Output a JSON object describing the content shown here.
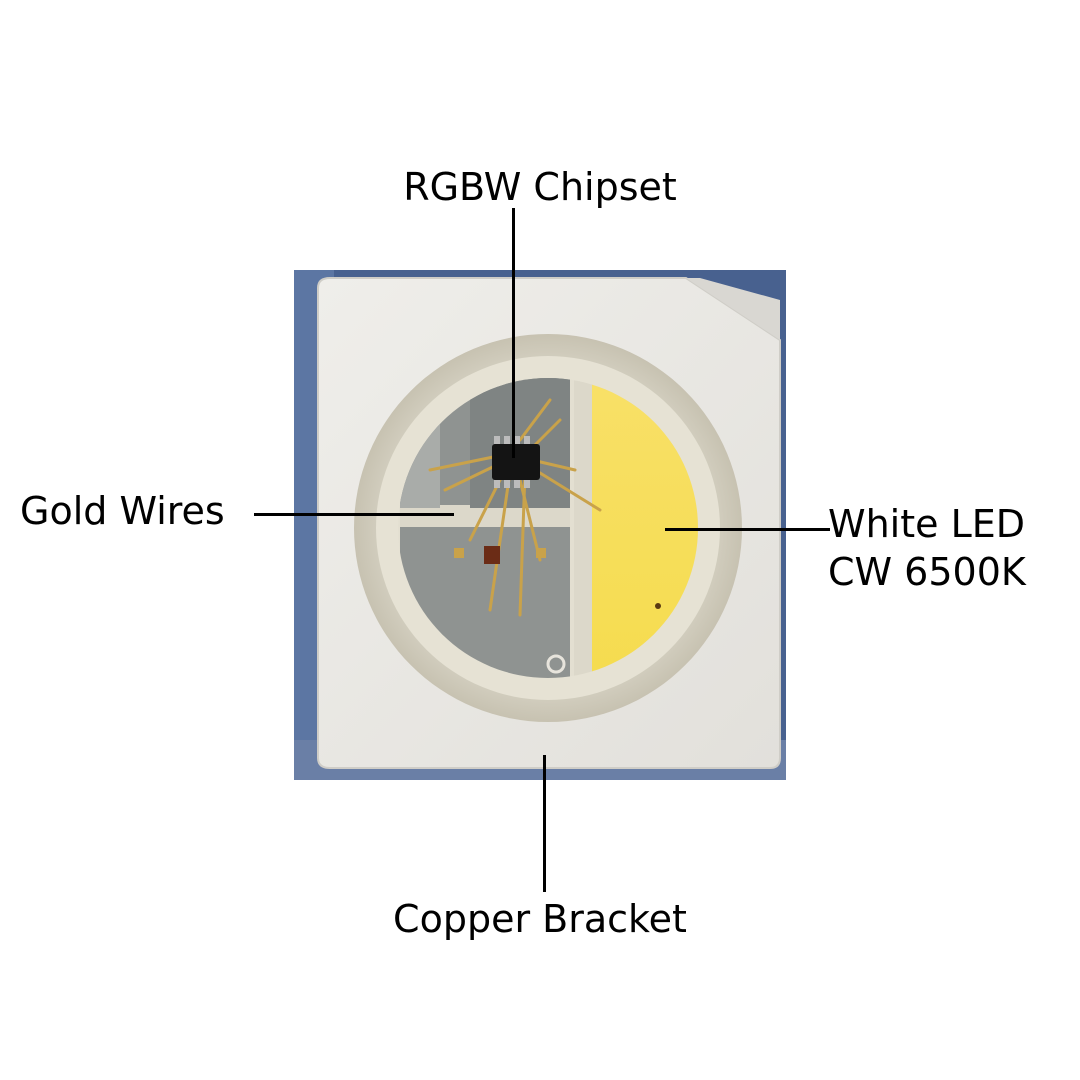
{
  "labels": {
    "rgbw_chipset": "RGBW Chipset",
    "gold_wires": "Gold Wires",
    "white_led_line1": "White LED",
    "white_led_line2": "CW 6500K",
    "copper_bracket": "Copper Bracket"
  },
  "colors": {
    "background": "#ffffff",
    "package_body": "#ecebe7",
    "lens_ring": "#dcd8ca",
    "phosphor_yellow": "#f7df5a",
    "substrate_grey": "#8d918f",
    "chip_black": "#1a1a1a",
    "gold_wire": "#c9a24a",
    "blue_board": "#3e5a8a"
  }
}
